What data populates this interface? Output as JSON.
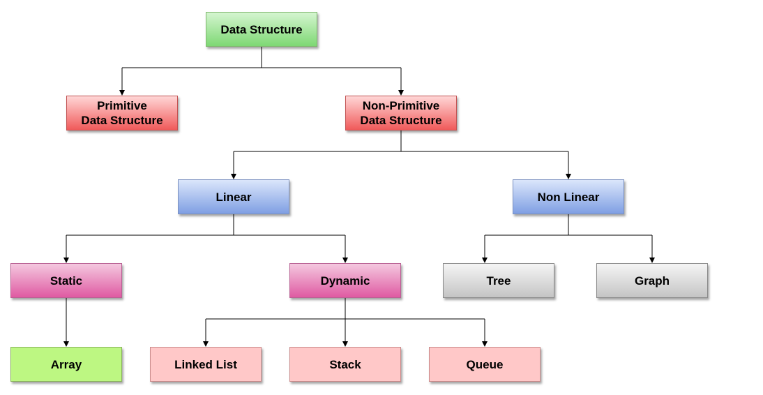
{
  "nodes": {
    "data_structure": "Data Structure",
    "primitive": "Primitive\nData Structure",
    "non_primitive": "Non-Primitive\nData Structure",
    "linear": "Linear",
    "non_linear": "Non Linear",
    "static": "Static",
    "dynamic": "Dynamic",
    "tree": "Tree",
    "graph": "Graph",
    "array": "Array",
    "linked_list": "Linked List",
    "stack": "Stack",
    "queue": "Queue"
  },
  "colors": {
    "root": "#7ed874",
    "level1": "#f05a5a",
    "level2": "#7f9fe3",
    "level3_linear": "#df5aa2",
    "level3_nonlinear": "#c4c4c4",
    "static_leaf": "#bdf782",
    "dynamic_leaf": "#ffc8c8",
    "connector": "#000000"
  }
}
